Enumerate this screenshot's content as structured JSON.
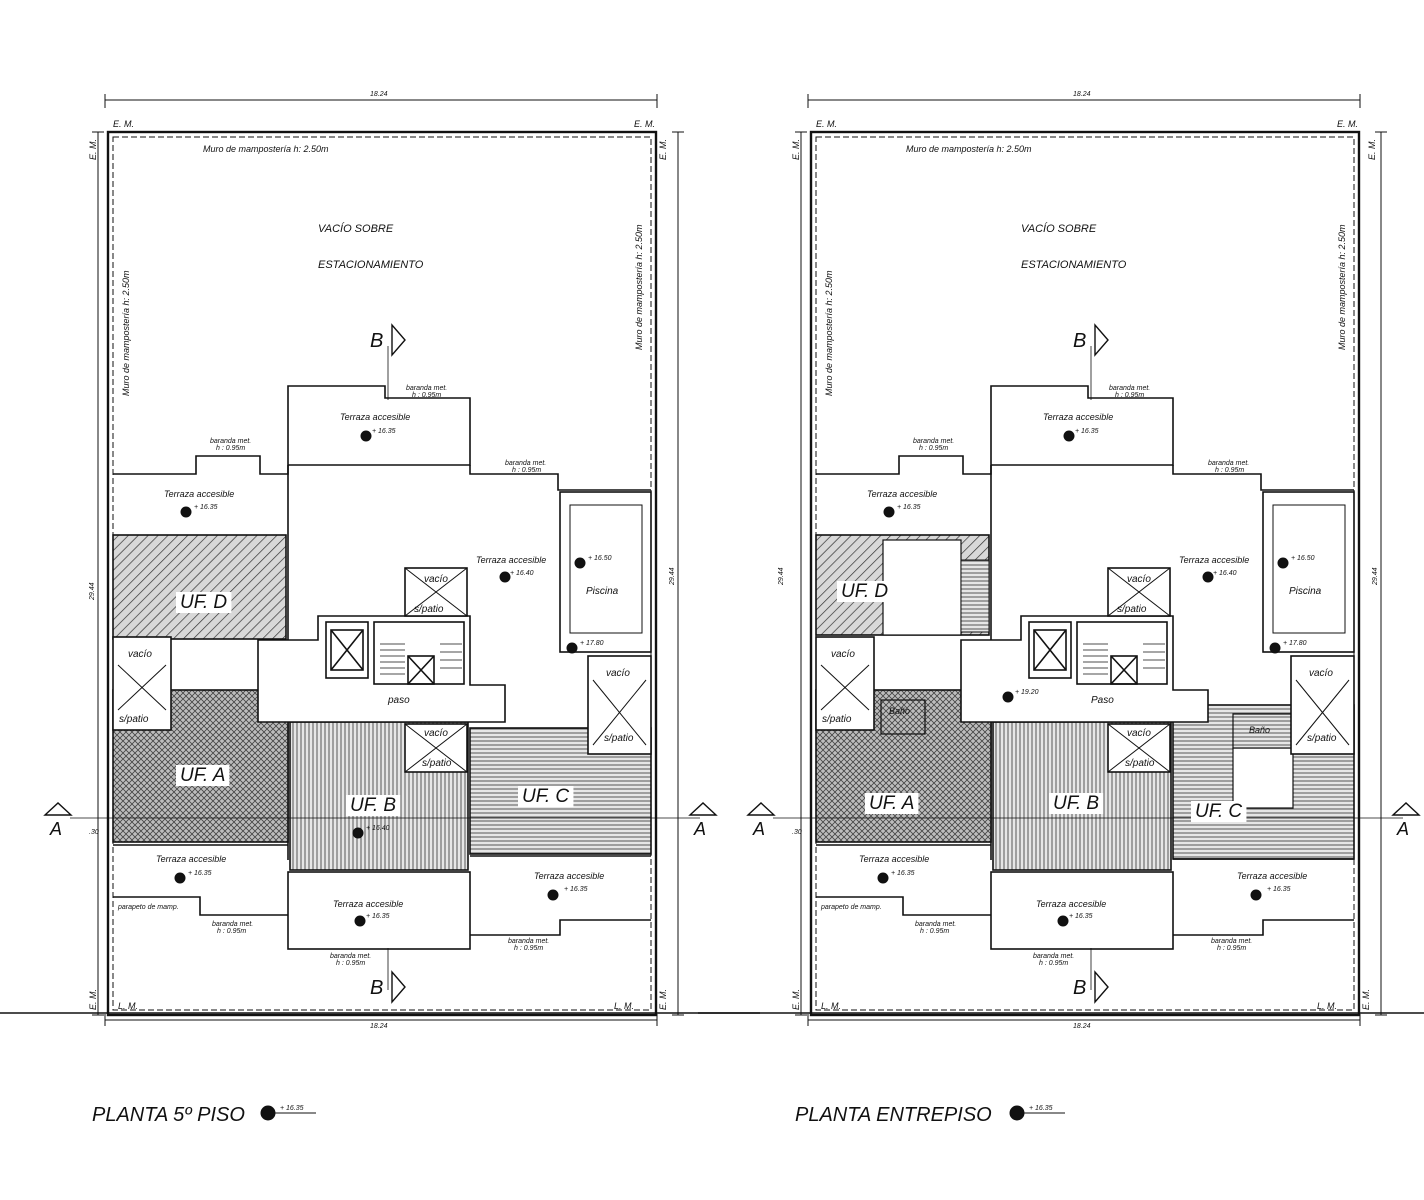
{
  "plans": [
    {
      "title": "PLANTA 5º PISO",
      "title_level": "+ 16.35",
      "dim_width": "18.24",
      "dim_depth": "29.44",
      "em": "E. M.",
      "lm": "L. M.",
      "wall_top": "Muro de mampostería h: 2.50m",
      "wall_left": "Muro de mampostería h: 2.50m",
      "wall_right": "Muro de mampostería h: 2.50m",
      "void_line1": "VACÍO SOBRE",
      "void_line2": "ESTACIONAMIENTO",
      "section_a": "A",
      "section_b": "B",
      "terraza": "Terraza accesible",
      "baranda": "baranda met.",
      "baranda_h": "h : 0.95m",
      "parapeto": "parapeto de mamp.",
      "lvl_1635": "+ 16.35",
      "lvl_1640": "+ 16.40",
      "lvl_1650": "+ 16.50",
      "lvl_1780": "+ 17.80",
      "piscina": "Piscina",
      "vacio": "vacío",
      "spatio": "s/patio",
      "paso": "paso",
      "bano": "",
      "lvl_paso": "",
      "uf_a": "UF. A",
      "uf_b": "UF. B",
      "uf_c": "UF. C",
      "uf_d": "UF. D",
      "dim_30": ".30"
    },
    {
      "title": "PLANTA ENTREPISO",
      "title_level": "+ 16.35",
      "dim_width": "18.24",
      "dim_depth": "29.44",
      "em": "E. M.",
      "lm": "L. M.",
      "wall_top": "Muro de mampostería h: 2.50m",
      "wall_left": "Muro de mampostería h: 2.50m",
      "wall_right": "Muro de mampostería h: 2.50m",
      "void_line1": "VACÍO SOBRE",
      "void_line2": "ESTACIONAMIENTO",
      "section_a": "A",
      "section_b": "B",
      "terraza": "Terraza accesible",
      "baranda": "baranda met.",
      "baranda_h": "h : 0.95m",
      "parapeto": "parapeto de mamp.",
      "lvl_1635": "+ 16.35",
      "lvl_1640": "+ 16.40",
      "lvl_1650": "+ 16.50",
      "lvl_1780": "+ 17.80",
      "piscina": "Piscina",
      "vacio": "vacío",
      "spatio": "s/patio",
      "paso": "Paso",
      "bano": "Baño",
      "lvl_paso": "+ 19.20",
      "uf_a": "UF. A",
      "uf_b": "UF. B",
      "uf_c": "UF. C",
      "uf_d": "UF. D",
      "dim_30": ".30"
    }
  ]
}
